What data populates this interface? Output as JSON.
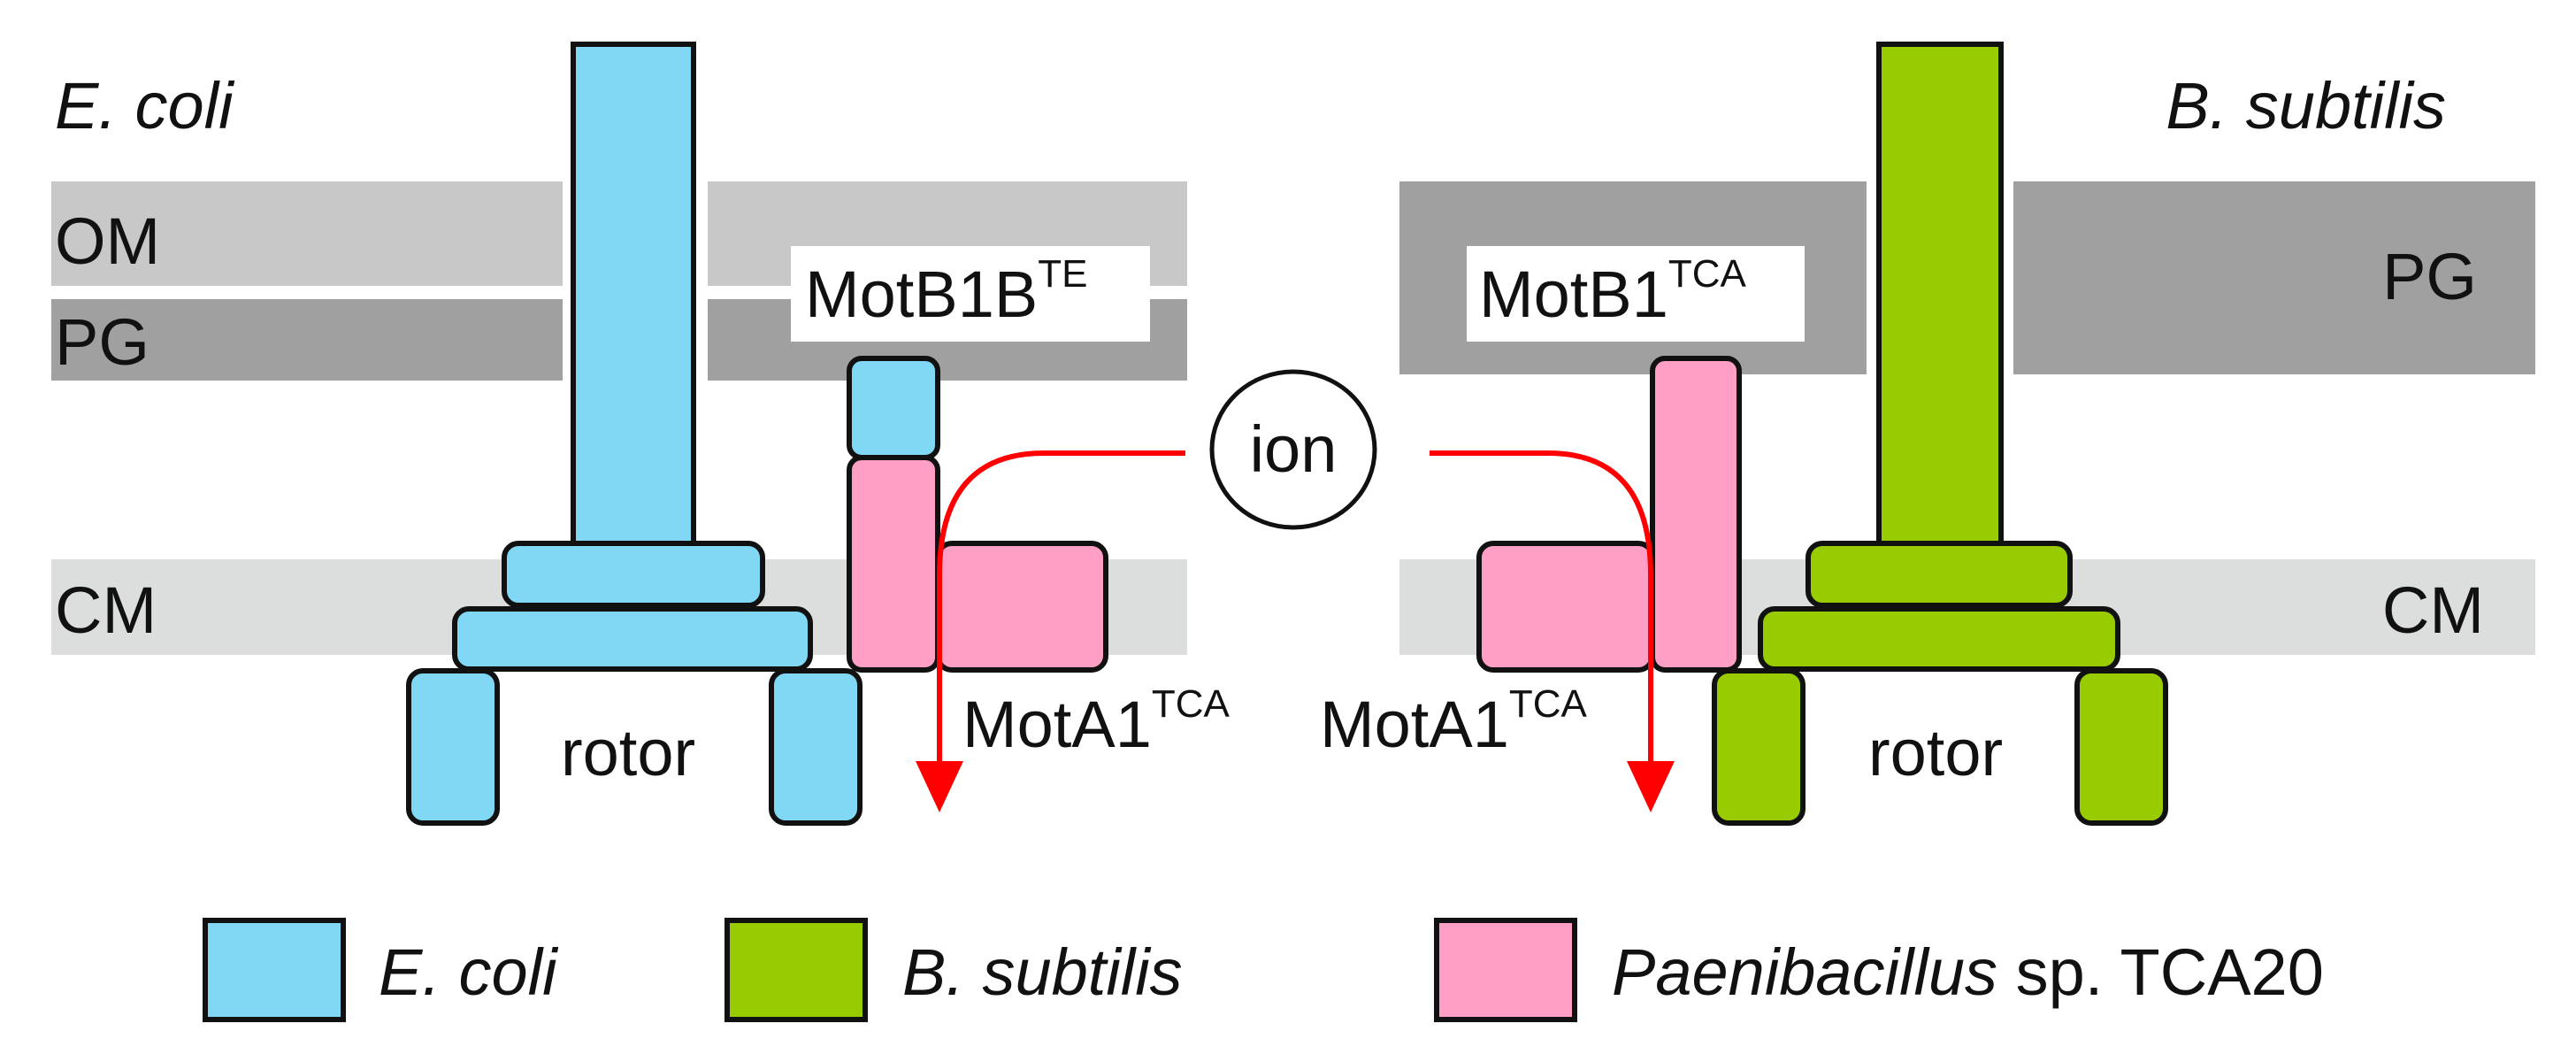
{
  "colors": {
    "ecoli": "#80d8f5",
    "bsubtilis": "#99cc00",
    "paenibacillus": "#ff9fc6",
    "om": "#c8c8c8",
    "pg": "#a0a0a0",
    "cm": "#dcdedd",
    "ion_path": "#ff0000",
    "outline": "#111111"
  },
  "left": {
    "organism": "E. coli",
    "om_label": "OM",
    "pg_label": "PG",
    "cm_label": "CM",
    "rotor_label": "rotor",
    "stator_b": {
      "base": "MotB1B",
      "sup": "TE"
    },
    "stator_a": {
      "base": "MotA1",
      "sup": "TCA"
    }
  },
  "right": {
    "organism": "B. subtilis",
    "pg_label": "PG",
    "cm_label": "CM",
    "rotor_label": "rotor",
    "stator_b": {
      "base": "MotB1",
      "sup": "TCA"
    },
    "stator_a": {
      "base": "MotA1",
      "sup": "TCA"
    }
  },
  "ion_label": "ion",
  "legend": [
    {
      "name": "ecoli",
      "italic": "E. coli",
      "plain": ""
    },
    {
      "name": "bsubtilis",
      "italic": "B. subtilis",
      "plain": ""
    },
    {
      "name": "paenibacillus",
      "italic": "Paenibacillus",
      "plain": " sp. TCA20"
    }
  ]
}
